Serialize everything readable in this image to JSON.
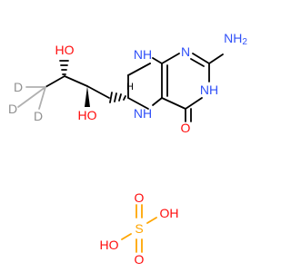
{
  "colors": {
    "background": "#ffffff",
    "bond": "#000000",
    "nitrogen": "#3050f8",
    "oxygen": "#ff0d0d",
    "sulfur": "#ffa500",
    "deuterium": "#909090"
  },
  "molecule_1": {
    "atoms": {
      "n8": "NH",
      "n5": "NH",
      "n1": "N",
      "n3": "NH",
      "nh2": "NH2",
      "o4": "O",
      "oh1": "HO",
      "oh2": "HO",
      "h6": "H",
      "d1": "D",
      "d2": "D",
      "d3": "D"
    }
  },
  "molecule_2": {
    "atoms": {
      "s": "S",
      "o_top": "O",
      "o_bottom": "O",
      "oh_right": "OH",
      "oh_left": "HO"
    }
  }
}
